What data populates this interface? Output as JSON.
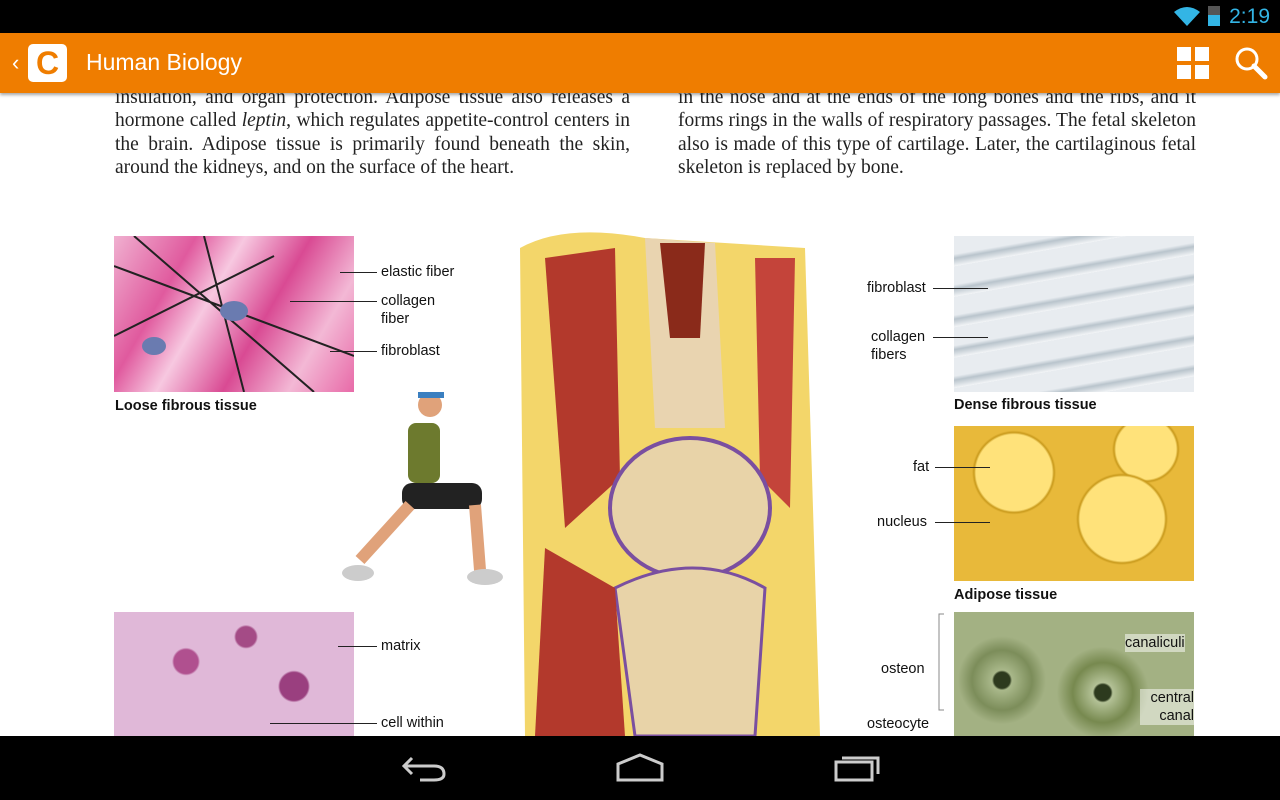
{
  "status": {
    "time": "2:19",
    "wifi_icon": "wifi-icon",
    "battery_icon": "battery-icon"
  },
  "appbar": {
    "title": "Human Biology",
    "accent": "#ef7d00",
    "logo": "C"
  },
  "text": {
    "left": [
      "insulation, and organ protection. Adipose tissue also releases a hormone called ",
      "leptin",
      ", which regulates appetite-control centers in the brain. Adipose tissue is primarily found beneath the skin, around the kidneys, and on the surface of the heart."
    ],
    "right": "in the nose and at the ends of the long bones and the ribs, and it forms rings in the walls of respiratory passages. The fetal skeleton also is made of this type of cartilage. Later, the cartilaginous fetal skeleton is replaced by bone."
  },
  "figure": {
    "loose": {
      "caption": "Loose fibrous tissue",
      "labels": [
        "elastic fiber",
        "collagen fiber",
        "fibroblast"
      ]
    },
    "cartilage": {
      "labels": [
        "matrix",
        "cell within"
      ]
    },
    "dense": {
      "caption": "Dense fibrous tissue",
      "labels": [
        "fibroblast",
        "collagen fibers"
      ]
    },
    "adipose": {
      "caption": "Adipose tissue",
      "labels": [
        "fat",
        "nucleus"
      ]
    },
    "bone": {
      "labels": [
        "osteon",
        "canaliculi",
        "central canal",
        "osteocyte"
      ]
    }
  }
}
